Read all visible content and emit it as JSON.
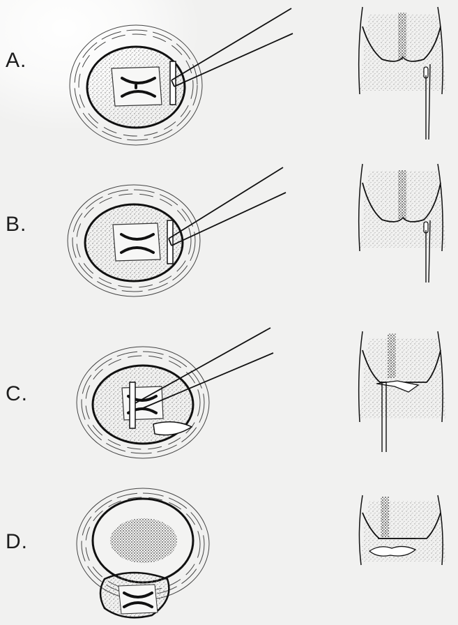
{
  "panels": [
    {
      "label": "A."
    },
    {
      "label": "B."
    },
    {
      "label": "C."
    },
    {
      "label": "D."
    }
  ],
  "colors": {
    "ink": "#1a1a1a",
    "paper": "#f1f1f0",
    "stipple": "#6b6b6b"
  }
}
